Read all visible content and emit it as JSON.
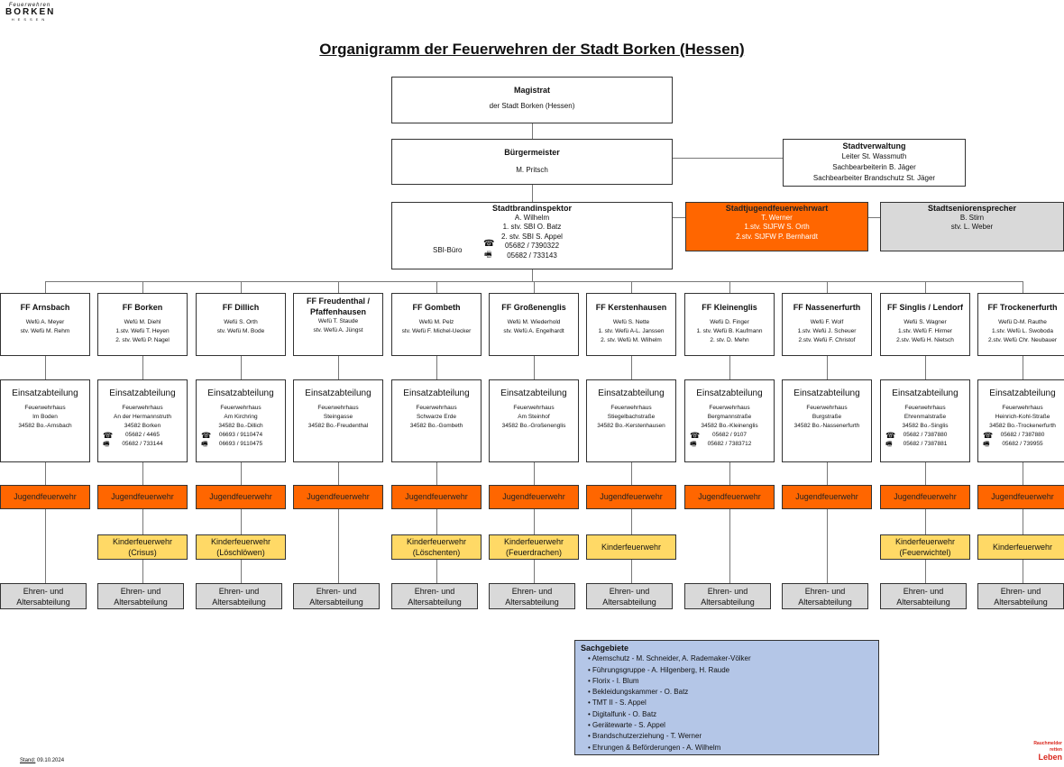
{
  "logo": {
    "top": "Feuerwehren",
    "main": "BORKEN",
    "sub": "HESSEN"
  },
  "title": "Organigramm der Feuerwehren der Stadt Borken (Hessen)",
  "magistrat": {
    "title": "Magistrat",
    "line": "der Stadt Borken (Hessen)"
  },
  "buergermeister": {
    "title": "Bürgermeister",
    "line": "M. Pritsch"
  },
  "stadtverwaltung": {
    "title": "Stadtverwaltung",
    "lines": [
      "Leiter St. Wassmuth",
      "Sachbearbeiterin B. Jäger",
      "Sachbearbeiter Brandschutz St. Jäger"
    ]
  },
  "sbi": {
    "title": "Stadtbrandinspektor",
    "lines": [
      "A. Wilhelm",
      "1. stv. SBI O. Batz",
      "2. stv. SBI S. Appel"
    ],
    "office": "SBI-Büro",
    "phone": "05682 / 7390322",
    "fax": "05682 / 733143"
  },
  "jugendwart": {
    "title": "Stadtjugendfeuerwehrwart",
    "lines": [
      "T. Werner",
      "1.stv. StJFW S. Orth",
      "2.stv. StJFW P. Bernhardt"
    ]
  },
  "senioren": {
    "title": "Stadtseniorensprecher",
    "lines": [
      "B. Stirn",
      "stv. L. Weber"
    ]
  },
  "labels": {
    "einsatz": "Einsatzabteilung",
    "jugend": "Jugendfeuerwehr",
    "ehren1": "Ehren- und",
    "ehren2": "Altersabteilung"
  },
  "colors": {
    "jugend": "#ff6600",
    "kinder": "#ffd966",
    "ehren": "#d9d9d9",
    "sachgebiete": "#b4c6e7"
  },
  "wehren": [
    {
      "name": "FF Arnsbach",
      "leaders": [
        "Wefü A. Meyer",
        "stv. Wefü M. Rehm"
      ],
      "address": [
        "Feuerwehrhaus",
        "Im Boden",
        "34582 Bo.-Arnsbach"
      ],
      "phone": "",
      "fax": "",
      "kinder": null
    },
    {
      "name": "FF Borken",
      "leaders": [
        "Wefü M. Diehl",
        "1.stv. Wefü  T. Heyen",
        "2. stv. Wefü P. Nagel"
      ],
      "address": [
        "Feuerwehrhaus",
        "An der Hermannstruth",
        "34582 Borken"
      ],
      "phone": "05682 / 4465",
      "fax": "05682 / 733144",
      "kinder": [
        "Kinderfeuerwehr",
        "(Crisus)"
      ]
    },
    {
      "name": "FF Dillich",
      "leaders": [
        "Wefü S. Orth",
        "stv. Wefü M. Bode"
      ],
      "address": [
        "Feuerwehrhaus",
        "Am Kirchring",
        "34582 Bo.-Dillich"
      ],
      "phone": "06693 / 9110474",
      "fax": "06693 / 9110475",
      "kinder": [
        "Kinderfeuerwehr",
        "(Löschlöwen)"
      ]
    },
    {
      "name": "FF Freudenthal / Pfaffenhausen",
      "leaders": [
        "Wefü T. Staude",
        "stv. Wefü A. Jüngst"
      ],
      "address": [
        "Feuerwehrhaus",
        "Steingasse",
        "34582 Bo.-Freudenthal"
      ],
      "phone": "",
      "fax": "",
      "kinder": null
    },
    {
      "name": "FF Gombeth",
      "leaders": [
        "Wefü M. Pelz",
        "stv. Wefü F. Michel-Uecker"
      ],
      "address": [
        "Feuerwehrhaus",
        "Schwarze Erde",
        "34582 Bo.-Gombeth"
      ],
      "phone": "",
      "fax": "",
      "kinder": [
        "Kinderfeuerwehr",
        "(Löschenten)"
      ]
    },
    {
      "name": "FF Großenenglis",
      "leaders": [
        "Wefü M. Wiederhold",
        "stv. Wefü A. Engelhardt"
      ],
      "address": [
        "Feuerwehrhaus",
        "Am Steinhof",
        "34582 Bo.-Großenenglis"
      ],
      "phone": "",
      "fax": "",
      "kinder": [
        "Kinderfeuerwehr",
        "(Feuerdrachen)"
      ]
    },
    {
      "name": "FF Kerstenhausen",
      "leaders": [
        "Wefü S. Nette",
        "1. stv. Wefü A-L. Janssen",
        "2. stv. Wefü M. Wilhelm"
      ],
      "address": [
        "Feuerwehrhaus",
        "Stiegelbachstraße",
        "34582 Bo.-Kerstenhausen"
      ],
      "phone": "",
      "fax": "",
      "kinder": [
        "Kinderfeuerwehr"
      ]
    },
    {
      "name": "FF Kleinenglis",
      "leaders": [
        "Wefü D. Finger",
        "1. stv. Wefü B. Kaufmann",
        "2. stv. D. Mehn"
      ],
      "address": [
        "Feuerwehrhaus",
        "Bergmannstraße",
        "34582 Bo.-Kleinenglis"
      ],
      "phone": "05682 / 9107",
      "fax": "05682 / 7383712",
      "kinder": null
    },
    {
      "name": "FF Nassenerfurth",
      "leaders": [
        "Wefü F. Wolf",
        "1.stv. Wefü J. Scheuer",
        "2.stv. Wefü F. Christof"
      ],
      "address": [
        "Feuerwehrhaus",
        "Burgstraße",
        "34582 Bo.-Nassenerfurth"
      ],
      "phone": "",
      "fax": "",
      "kinder": null
    },
    {
      "name": "FF Singlis / Lendorf",
      "leaders": [
        "Wefü S. Wagner",
        "1.stv. Wefü F. Hirmer",
        "2.stv. Wefü H. Nietsch"
      ],
      "address": [
        "Feuerwehrhaus",
        "Ehrenmalstraße",
        "34582 Bo.-Singlis"
      ],
      "phone": "05682 / 7387880",
      "fax": "05682 / 7387881",
      "kinder": [
        "Kinderfeuerwehr",
        "(Feuerwichtel)"
      ]
    },
    {
      "name": "FF Trockenerfurth",
      "leaders": [
        "Wefü D-M. Rauthe",
        "1.stv. Wefü L. Swoboda",
        "2.stv. Wefü Chr. Neubauer"
      ],
      "address": [
        "Feuerwehrhaus",
        "Heinrich-Kohl-Straße",
        "34582 Bo.-Trockenerfurth"
      ],
      "phone": "05682 / 7387880",
      "fax": "05682 / 739955",
      "kinder": [
        "Kinderfeuerwehr"
      ]
    }
  ],
  "sachgebiete": {
    "title": "Sachgebiete",
    "items": [
      "Atemschutz - M. Schneider, A. Rademaker-Völker",
      "Führungsgruppe - A. Hilgenberg, H. Raude",
      "Florix - I. Blum",
      "Bekleidungskammer - O. Batz",
      "TMT II - S. Appel",
      "Digitalfunk - O. Batz",
      "Gerätewarte - S. Appel",
      "Brandschutzerziehung - T. Werner",
      "Ehrungen & Beförderungen - A. Wilhelm"
    ]
  },
  "footer": {
    "stand_label": "Stand:",
    "stand_date": "09.10.2024"
  },
  "badge": {
    "line1": "Rauchmelder",
    "line2": "retten",
    "line3": "Leben"
  }
}
